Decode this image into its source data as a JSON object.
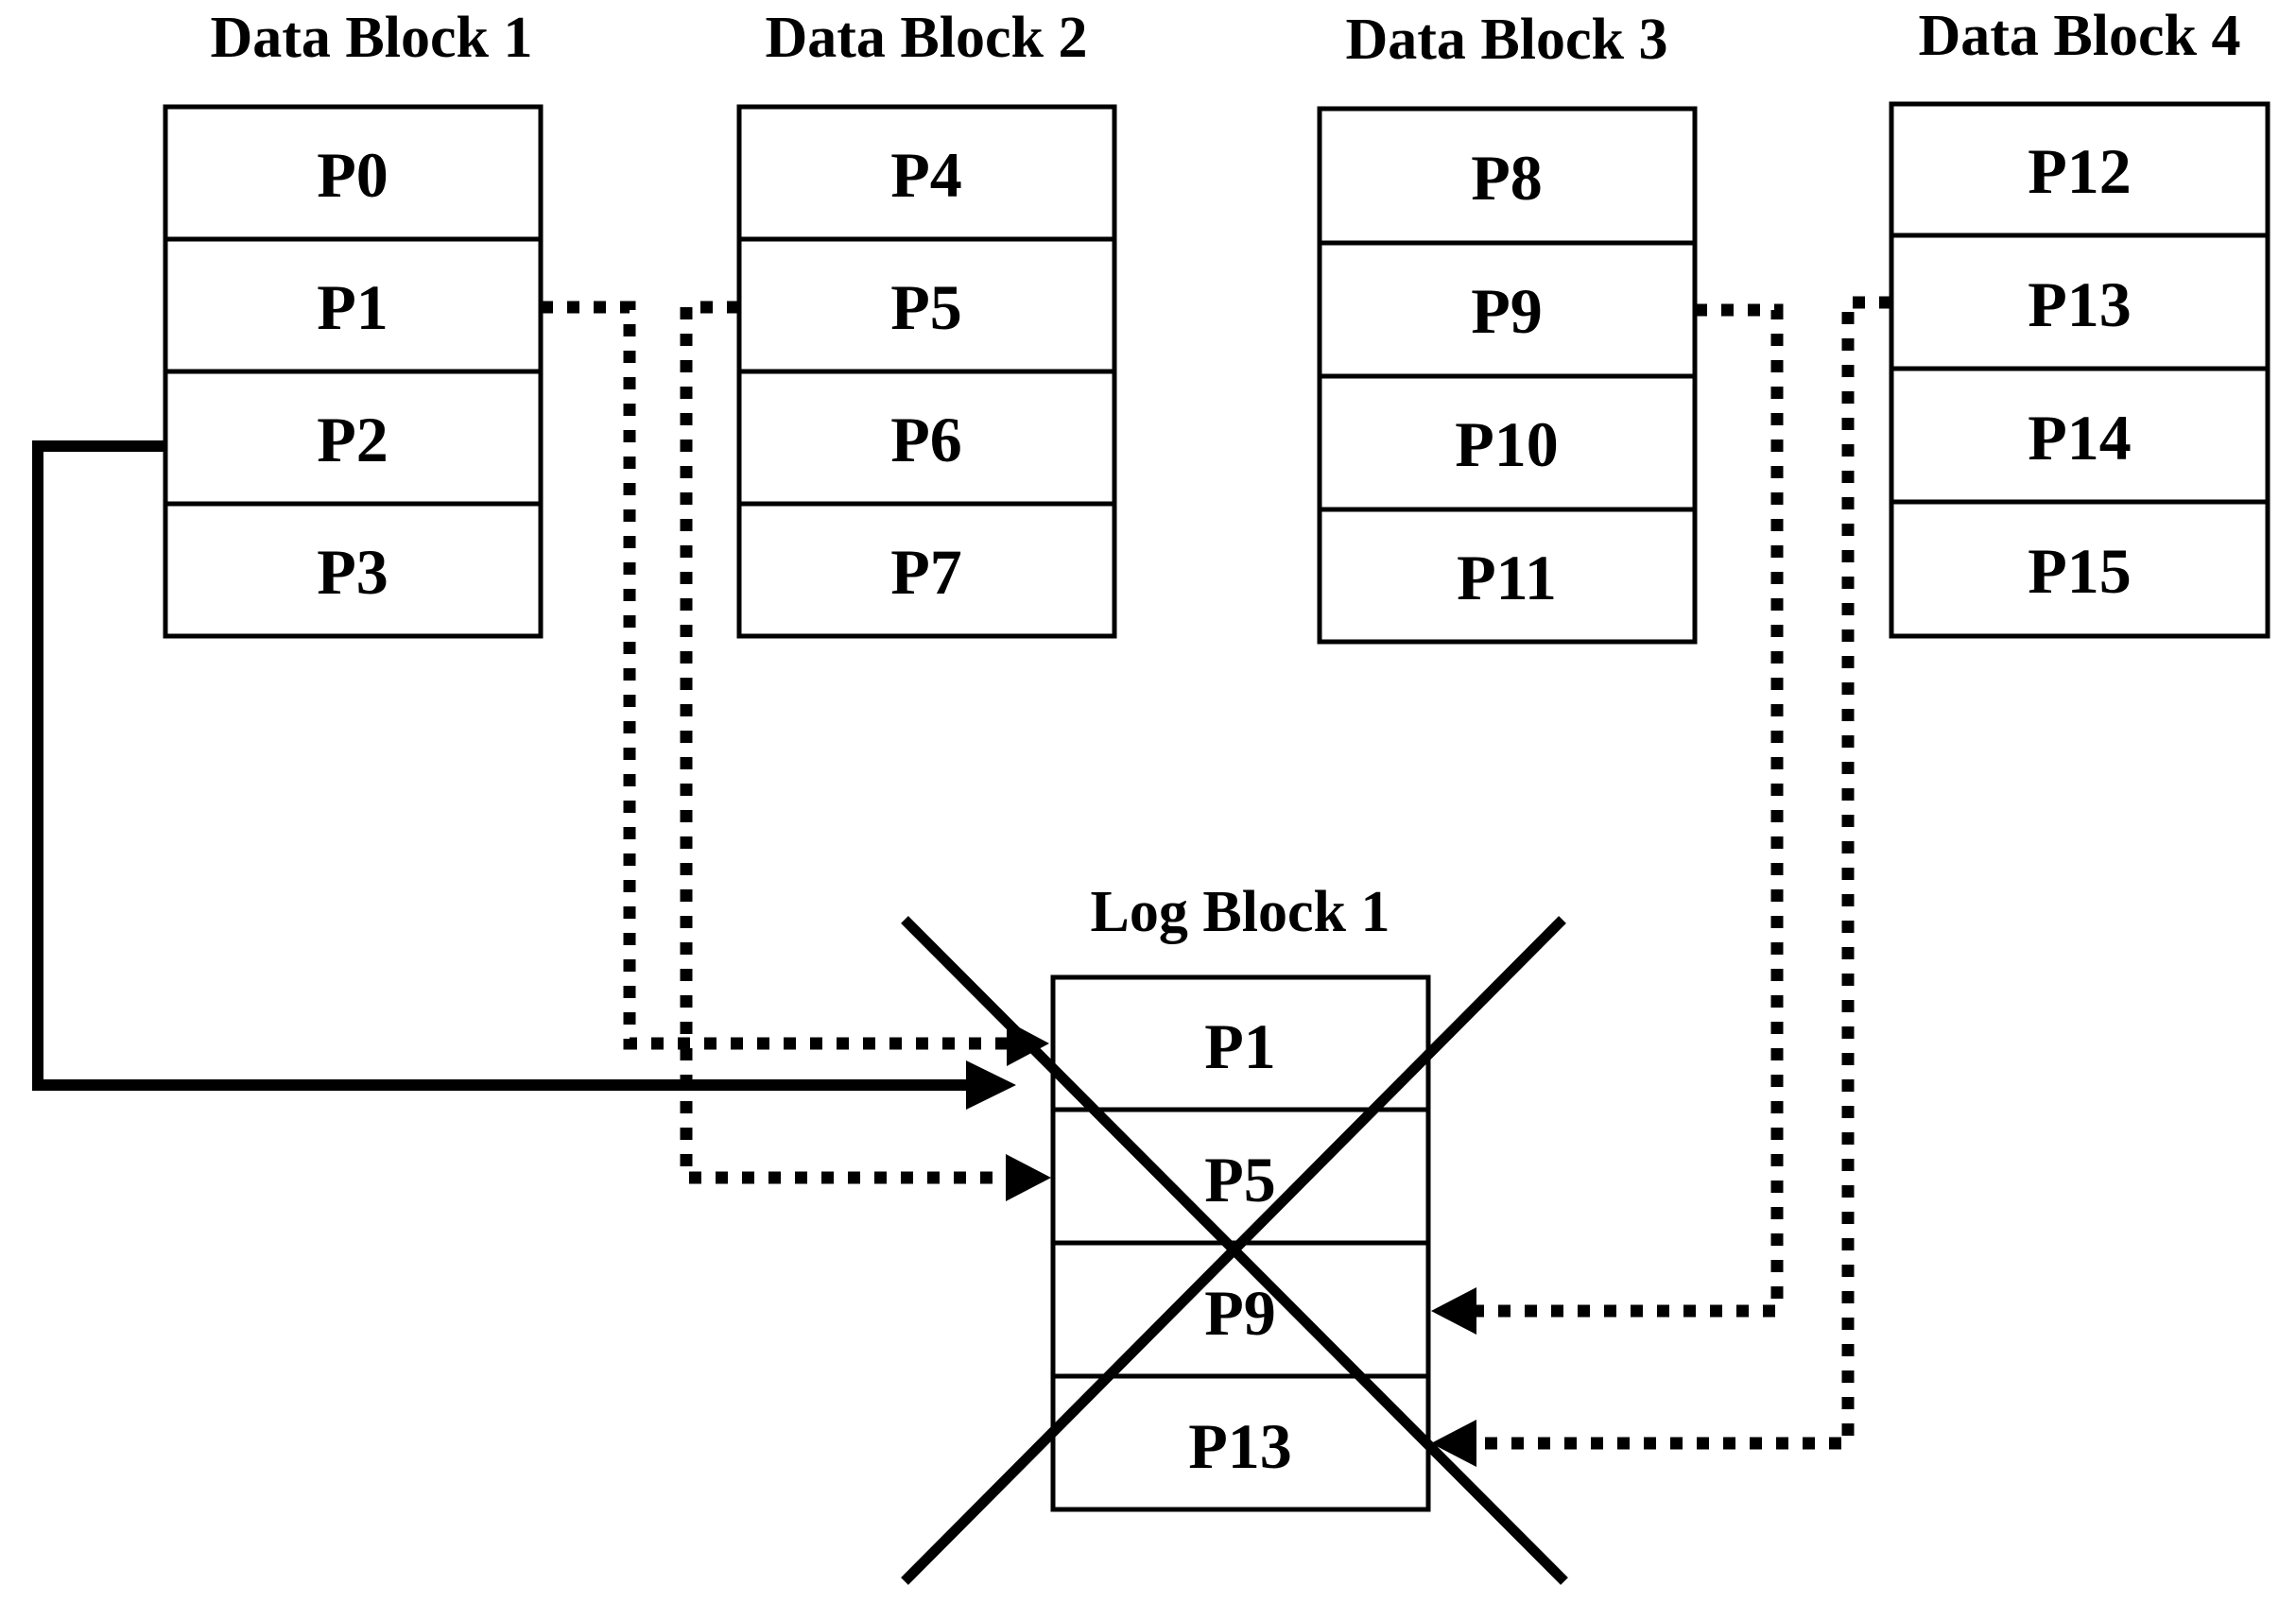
{
  "data_blocks": [
    {
      "title": "Data Block 1",
      "pages": [
        "P0",
        "P1",
        "P2",
        "P3"
      ]
    },
    {
      "title": "Data Block 2",
      "pages": [
        "P4",
        "P5",
        "P6",
        "P7"
      ]
    },
    {
      "title": "Data Block 3",
      "pages": [
        "P8",
        "P9",
        "P10",
        "P11"
      ]
    },
    {
      "title": "Data Block 4",
      "pages": [
        "P12",
        "P13",
        "P14",
        "P15"
      ]
    }
  ],
  "log_block": {
    "title": "Log Block 1",
    "pages": [
      "P1",
      "P5",
      "P9",
      "P13"
    ],
    "crossed_out": true
  },
  "connections": [
    {
      "from": "Data Block 1 / P2",
      "to": "Log Block 1 / P1",
      "style": "solid"
    },
    {
      "from": "Data Block 1 / P1",
      "to": "Log Block 1 / P1",
      "style": "dotted"
    },
    {
      "from": "Data Block 2 / P5",
      "to": "Log Block 1 / P5",
      "style": "dotted"
    },
    {
      "from": "Data Block 3 / P9",
      "to": "Log Block 1 / P9",
      "style": "dotted"
    },
    {
      "from": "Data Block 4 / P13",
      "to": "Log Block 1 / P13",
      "style": "dotted"
    }
  ]
}
